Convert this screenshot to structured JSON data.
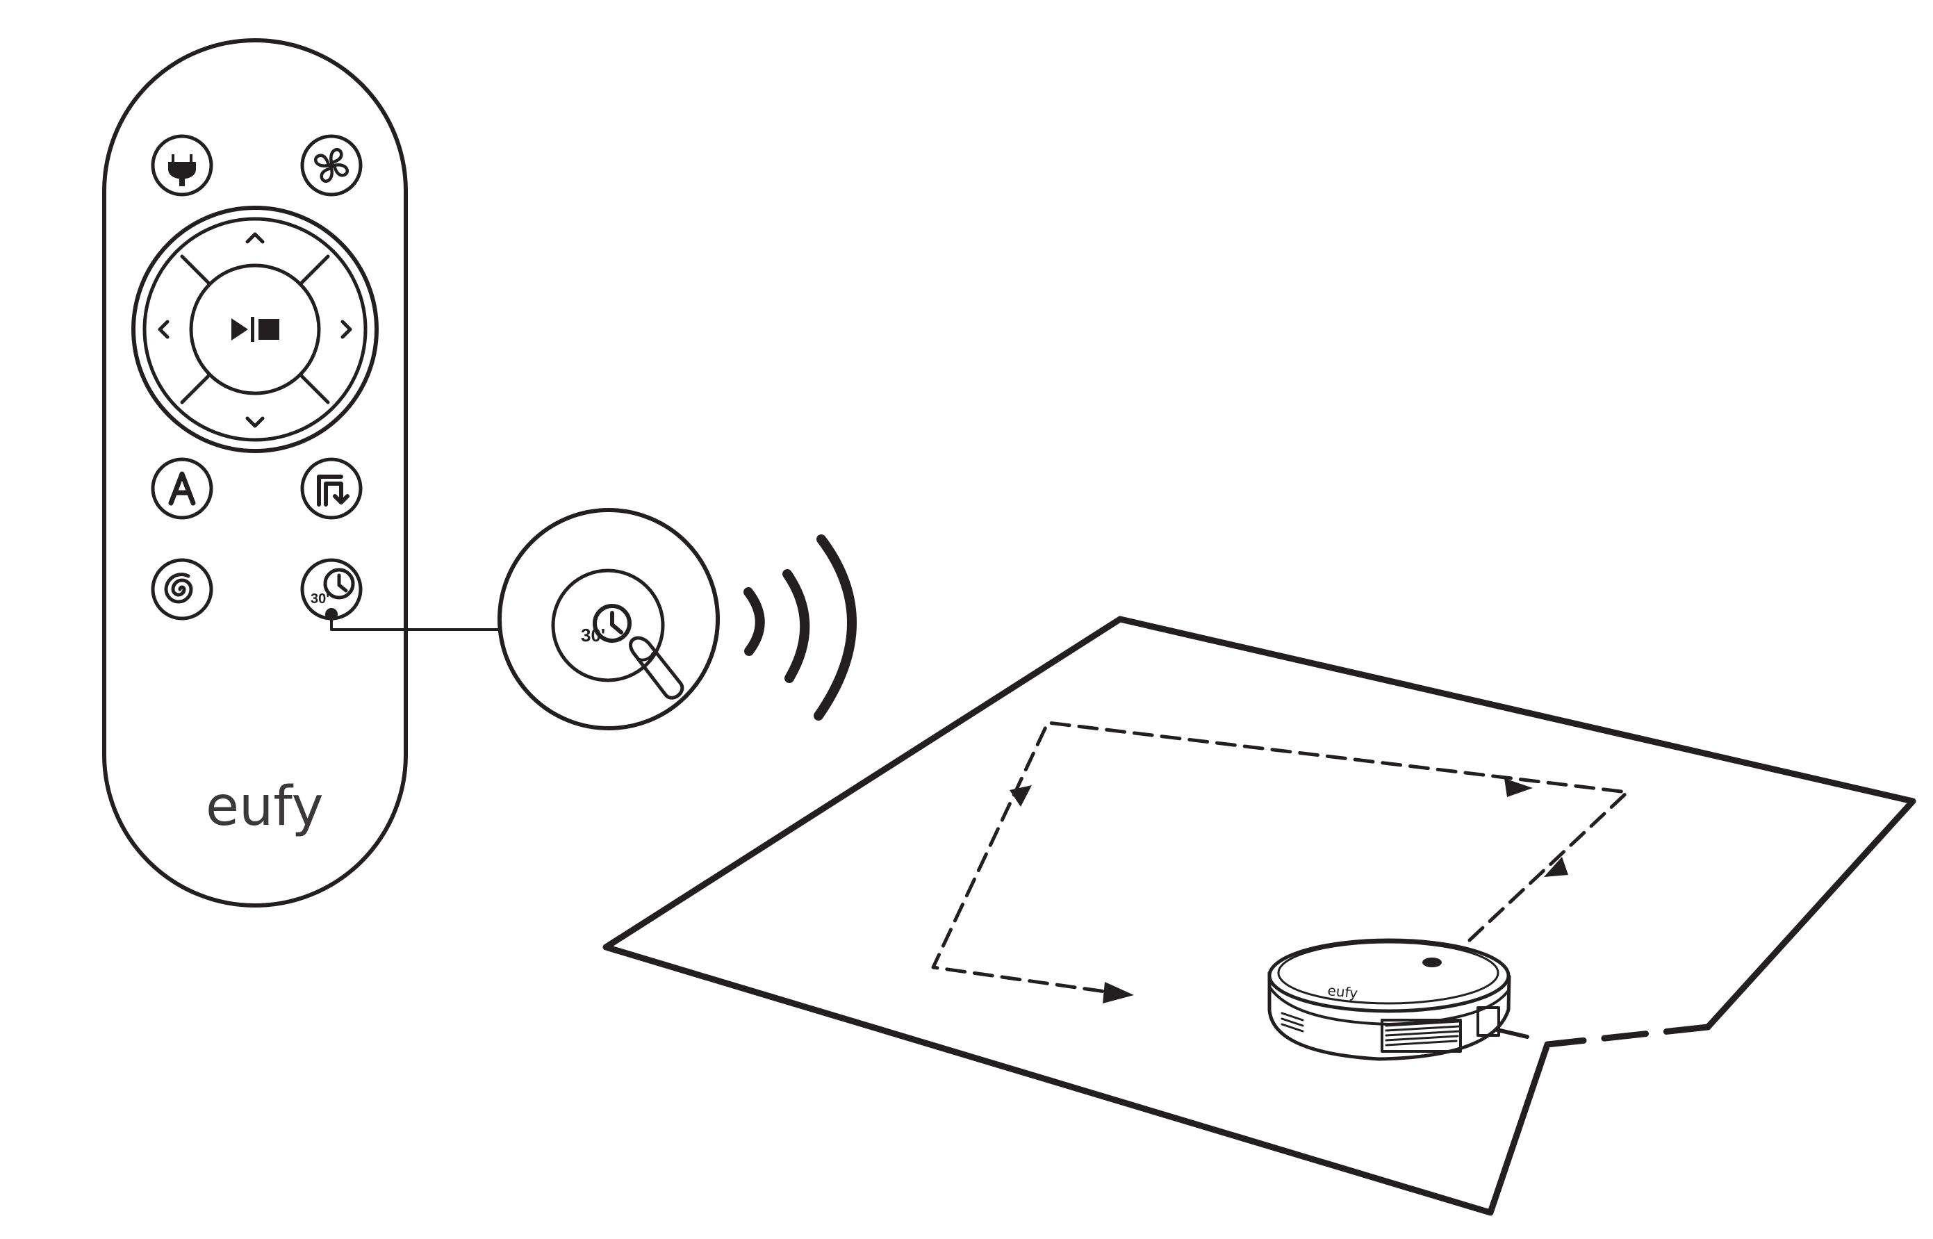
{
  "remote": {
    "brand": "eufy",
    "buttons": [
      {
        "id": "charge",
        "icon": "plug-icon"
      },
      {
        "id": "suction",
        "icon": "fan-icon"
      },
      {
        "id": "forward",
        "icon": "chevron-up-icon"
      },
      {
        "id": "left",
        "icon": "chevron-left-icon"
      },
      {
        "id": "right",
        "icon": "chevron-right-icon"
      },
      {
        "id": "back",
        "icon": "chevron-down-icon"
      },
      {
        "id": "start-pause",
        "icon": "play-pause-icon"
      },
      {
        "id": "auto-clean",
        "icon": "letter-a-icon",
        "label": "A"
      },
      {
        "id": "edge-clean",
        "icon": "edge-clean-icon"
      },
      {
        "id": "spot-clean",
        "icon": "spiral-icon"
      },
      {
        "id": "timed-clean",
        "icon": "timer-30-icon",
        "label": "30'"
      }
    ]
  },
  "callout": {
    "icon": "timer-30-icon",
    "label": "30'",
    "gesture": "finger-press-icon"
  },
  "signal": {
    "icon": "wireless-signal-icon"
  },
  "robot": {
    "brand": "eufy",
    "icon": "robot-vacuum-icon"
  },
  "path": {
    "icon": "cleaning-path-arrows"
  },
  "colors": {
    "ink": "#231f20",
    "background": "#ffffff"
  }
}
